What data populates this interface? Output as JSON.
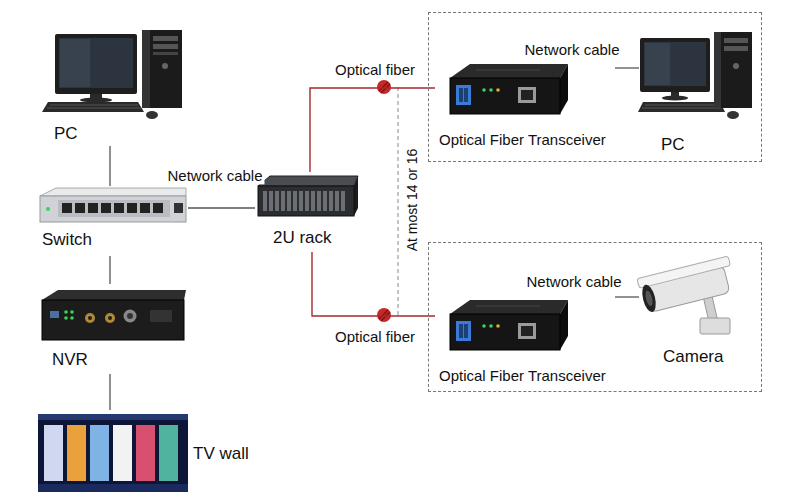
{
  "diagram": {
    "nodes": [
      {
        "text": [
          "PC"
        ]
      },
      {
        "text": [
          "Switch"
        ]
      },
      {
        "text": [
          "NVR"
        ]
      },
      {
        "text": [
          "TV wall"
        ]
      },
      {
        "text": [
          "2U rack"
        ]
      },
      {
        "text": []
      },
      {
        "text": [
          "Optical Fiber Transceiver"
        ],
        "in": 5
      },
      {
        "text": [
          "PC"
        ],
        "in": 5
      },
      {
        "text": []
      },
      {
        "text": [
          "Optical Fiber Transceiver"
        ],
        "in": 8
      },
      {
        "text": [
          "Camera"
        ],
        "in": 8
      }
    ],
    "edges": [
      {
        "from": 0,
        "to": 1,
        "arrow": "none"
      },
      {
        "from": 1,
        "to": 2,
        "arrow": "none"
      },
      {
        "from": 2,
        "to": 3,
        "arrow": "none"
      },
      {
        "from": 1,
        "to": 4,
        "label": "Network cable",
        "arrow": "none"
      },
      {
        "from": 4,
        "to": 6,
        "label": "Optical fiber",
        "arrow": "none"
      },
      {
        "from": 4,
        "to": 9,
        "label": "Optical fiber",
        "arrow": "none"
      },
      {
        "from": 6,
        "to": 7,
        "label": "Network cable",
        "arrow": "none"
      },
      {
        "from": 9,
        "to": 10,
        "label": "Network cable",
        "arrow": "none"
      }
    ],
    "labels": [
      "At most 14 or 16"
    ]
  }
}
